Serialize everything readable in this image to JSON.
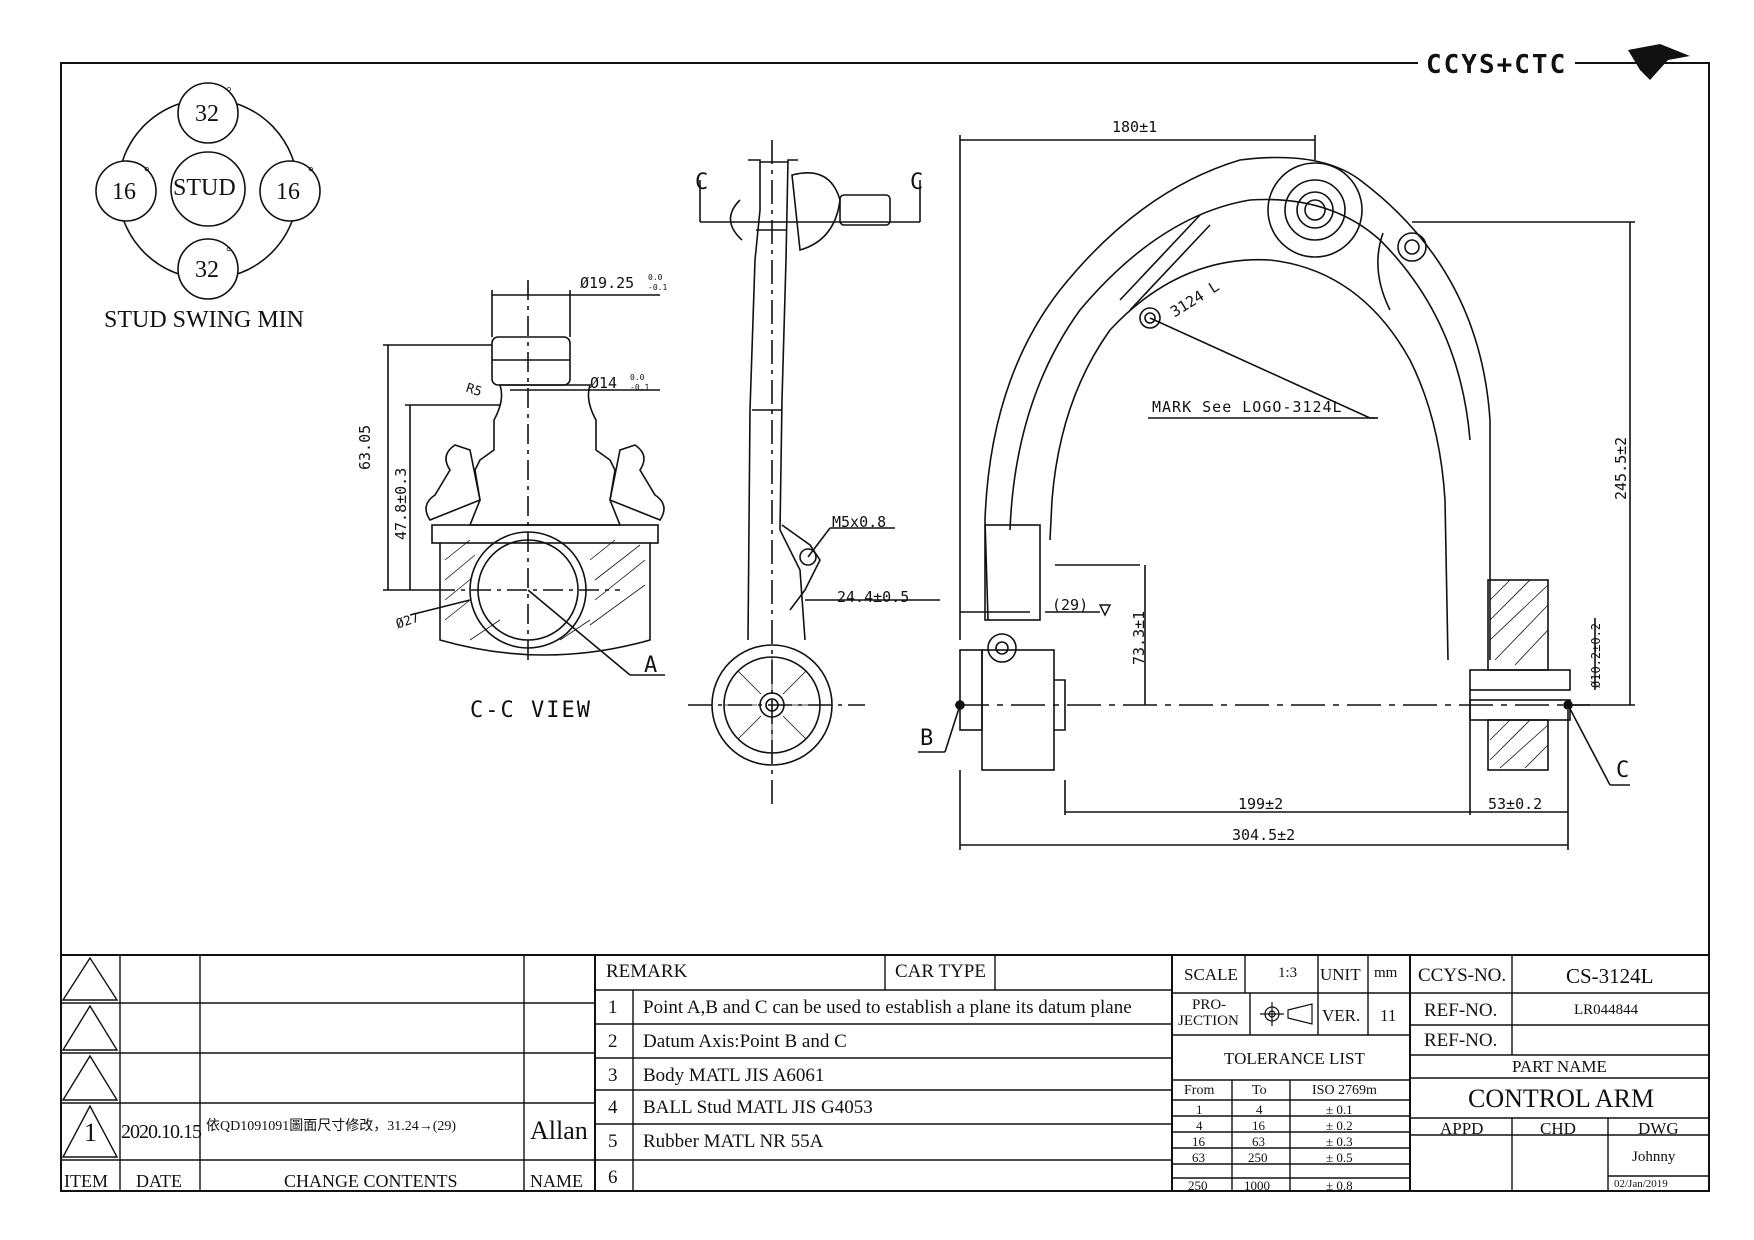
{
  "header": {
    "logo_text": "CCYS+CTC"
  },
  "stud_swing": {
    "top": "32",
    "left": "16",
    "center": "STUD",
    "right": "16",
    "bottom": "32",
    "degree_mark": "°",
    "caption": "STUD SWING MIN"
  },
  "cc_view": {
    "caption": "C-C VIEW",
    "dim_head_dia": "Ø19.25",
    "dim_head_tol_top": "0.0",
    "dim_head_tol_bot": "-0.1",
    "dim_neck_dia": "Ø14",
    "dim_neck_tol_top": "0.0",
    "dim_neck_tol_bot": "-0.1",
    "radius": "R5",
    "height_total": "63.05",
    "height_center": "47.8±0.3",
    "ball_dia": "Ø27",
    "point_label": "A"
  },
  "side_view": {
    "section_left": "C",
    "section_right": "C",
    "thread": "M5x0.8",
    "offset": "24.4±0.5"
  },
  "plan_view": {
    "dim_top": "180±1",
    "mark_text": "MARK See LOGO-3124L",
    "part_mark": "3124 L",
    "dim_height": "245.5±2",
    "dim_29": "(29)",
    "dim_73": "73.3±1",
    "dim_bush_dia": "Ø10.2±0.2",
    "dim_199": "199±2",
    "dim_53": "53±0.2",
    "dim_304": "304.5±2",
    "point_b": "B",
    "point_c": "C"
  },
  "revisions": {
    "rows": [
      {
        "item": "",
        "date": "",
        "content": "",
        "name": ""
      },
      {
        "item": "",
        "date": "",
        "content": "",
        "name": ""
      },
      {
        "item": "",
        "date": "",
        "content": "",
        "name": ""
      },
      {
        "item": "1",
        "date": "2020.10.15",
        "content": "依QD1091091圖面尺寸修改，31.24→(29)",
        "name": "Allan"
      }
    ],
    "header_item": "ITEM",
    "header_date": "DATE",
    "header_content": "CHANGE CONTENTS",
    "header_name": "NAME"
  },
  "remarks": {
    "label": "REMARK",
    "car_type_label": "CAR TYPE",
    "items": [
      {
        "no": "1",
        "text": "Point A,B and C can be used to establish a plane its datum plane"
      },
      {
        "no": "2",
        "text": "Datum Axis:Point B and C"
      },
      {
        "no": "3",
        "text": "Body MATL JIS A6061"
      },
      {
        "no": "4",
        "text": "BALL Stud MATL JIS G4053"
      },
      {
        "no": "5",
        "text": "Rubber MATL NR 55A"
      },
      {
        "no": "6",
        "text": ""
      }
    ]
  },
  "spec": {
    "scale_label": "SCALE",
    "scale_value": "1:3",
    "unit_label": "UNIT",
    "unit_value": "mm",
    "projection_label_1": "PRO-",
    "projection_label_2": "JECTION",
    "ver_label": "VER.",
    "ver_value": "11",
    "tolerance_title": "TOLERANCE LIST",
    "tol_from": "From",
    "tol_to": "To",
    "tol_iso": "ISO 2769m",
    "tolerances": [
      {
        "from": "1",
        "to": "4",
        "tol": "± 0.1"
      },
      {
        "from": "4",
        "to": "16",
        "tol": "± 0.2"
      },
      {
        "from": "16",
        "to": "63",
        "tol": "± 0.3"
      },
      {
        "from": "63",
        "to": "250",
        "tol": "± 0.5"
      },
      {
        "from": "250",
        "to": "1000",
        "tol": "± 0.8"
      }
    ]
  },
  "part_info": {
    "ccys_label": "CCYS-NO.",
    "ccys_value": "CS-3124L",
    "ref1_label": "REF-NO.",
    "ref1_value": "LR044844",
    "ref2_label": "REF-NO.",
    "ref2_value": "",
    "part_name_label": "PART NAME",
    "part_name": "CONTROL ARM",
    "appd_label": "APPD",
    "chd_label": "CHD",
    "dwg_label": "DWG",
    "dwg_name": "Johnny",
    "dwg_date": "02/Jan/2019"
  }
}
